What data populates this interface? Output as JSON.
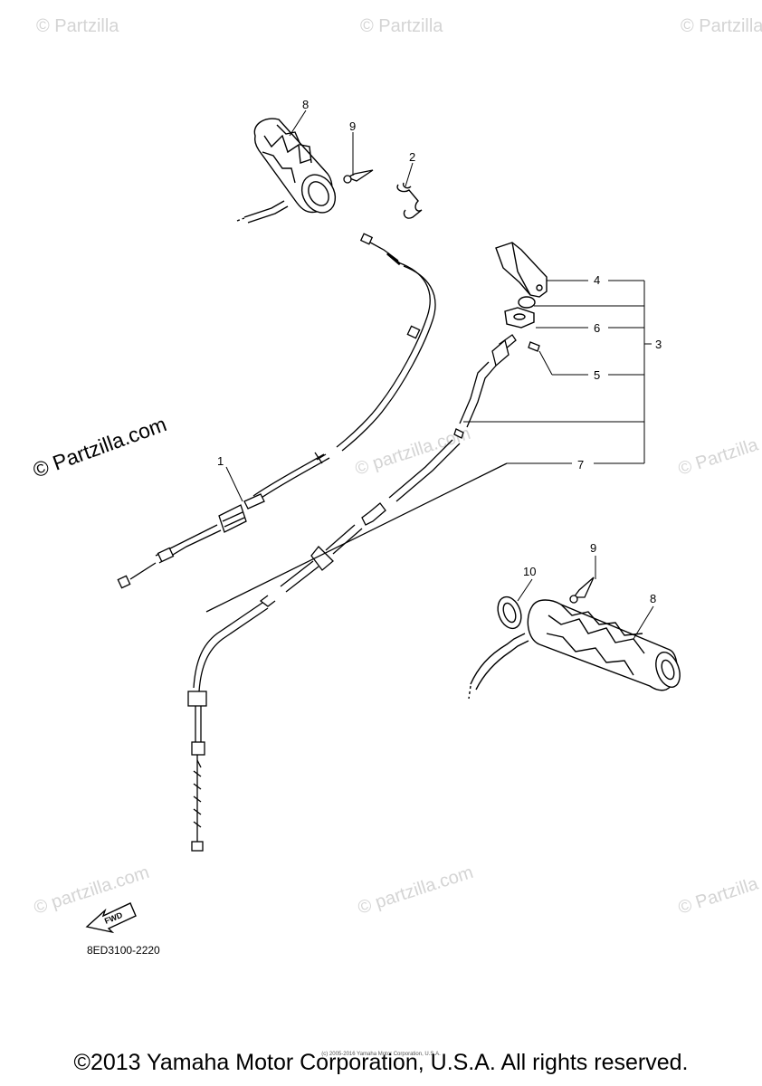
{
  "watermark": {
    "text_short": "© Partzilla",
    "text_long": "© Partzilla.com",
    "text_wm": "© partzilla.com"
  },
  "callouts": {
    "c1": "1",
    "c2": "2",
    "c3": "3",
    "c4": "4",
    "c5": "5",
    "c6": "6",
    "c7": "7",
    "c8_top": "8",
    "c8_bottom": "8",
    "c9_top": "9",
    "c9_bottom": "9",
    "c10": "10"
  },
  "fwd_label": "FWD",
  "diagram_code": "8ED3100-2220",
  "tiny_copyright": "(c) 2005-2016 Yamaha Motor Corporation, U.S.A.",
  "copyright": "©2013 Yamaha Motor Corporation, U.S.A. All rights reserved.",
  "colors": {
    "line": "#000000",
    "watermark": "#d4d4d4",
    "background": "#ffffff"
  }
}
